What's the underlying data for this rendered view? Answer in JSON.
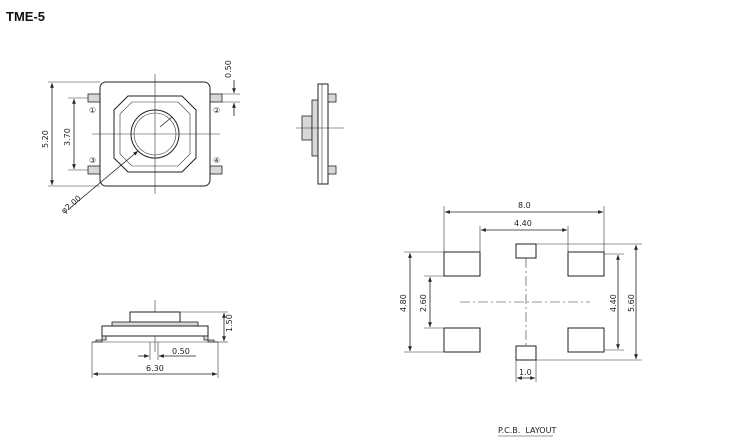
{
  "title": "TME-5",
  "top_view": {
    "dim_height": "5.20",
    "dim_pitch": "3.70",
    "dim_lead": "0.50",
    "dim_diameter": "φ2.00",
    "pins": [
      "①",
      "②",
      "③",
      "④"
    ]
  },
  "front_view": {
    "dim_width": "6.30",
    "dim_height": "1.50",
    "dim_gap": "0.50"
  },
  "pcb_layout": {
    "label": "P.C.B.  LAYOUT",
    "dim_total_width": "8.0",
    "dim_inner_width": "4.40",
    "dim_outer_height": "4.80",
    "dim_inner_height": "2.60",
    "dim_right_inner": "4.40",
    "dim_right_outer": "5.60",
    "dim_slot": "1.0"
  }
}
